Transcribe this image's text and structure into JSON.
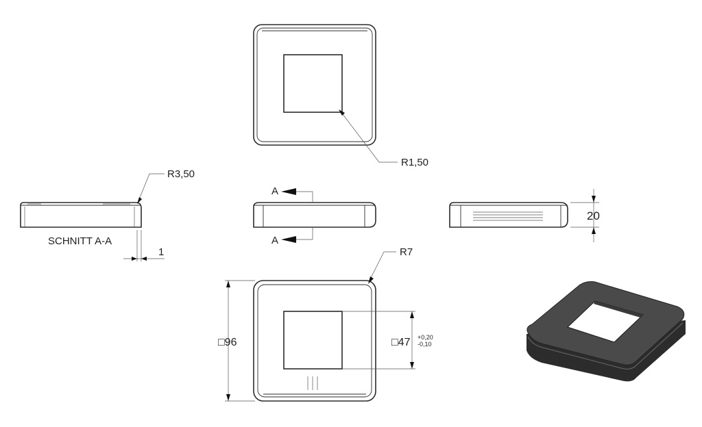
{
  "labels": {
    "r_inner": "R1,50",
    "r_section": "R3,50",
    "section_title": "SCHNITT A-A",
    "section_thickness": "1",
    "section_a_top": "A",
    "section_a_bottom": "A",
    "height": "20",
    "r_outer": "R7",
    "outer_size": "□96",
    "inner_size": "□47",
    "tol_plus": "+0,20",
    "tol_minus": "-0,10"
  },
  "colors": {
    "line": "#2b2b2b",
    "solid_top": "#4a4a4a",
    "solid_side": "#3a3a3a",
    "solid_dark": "#2c2c2c",
    "hole": "#ffffff"
  }
}
